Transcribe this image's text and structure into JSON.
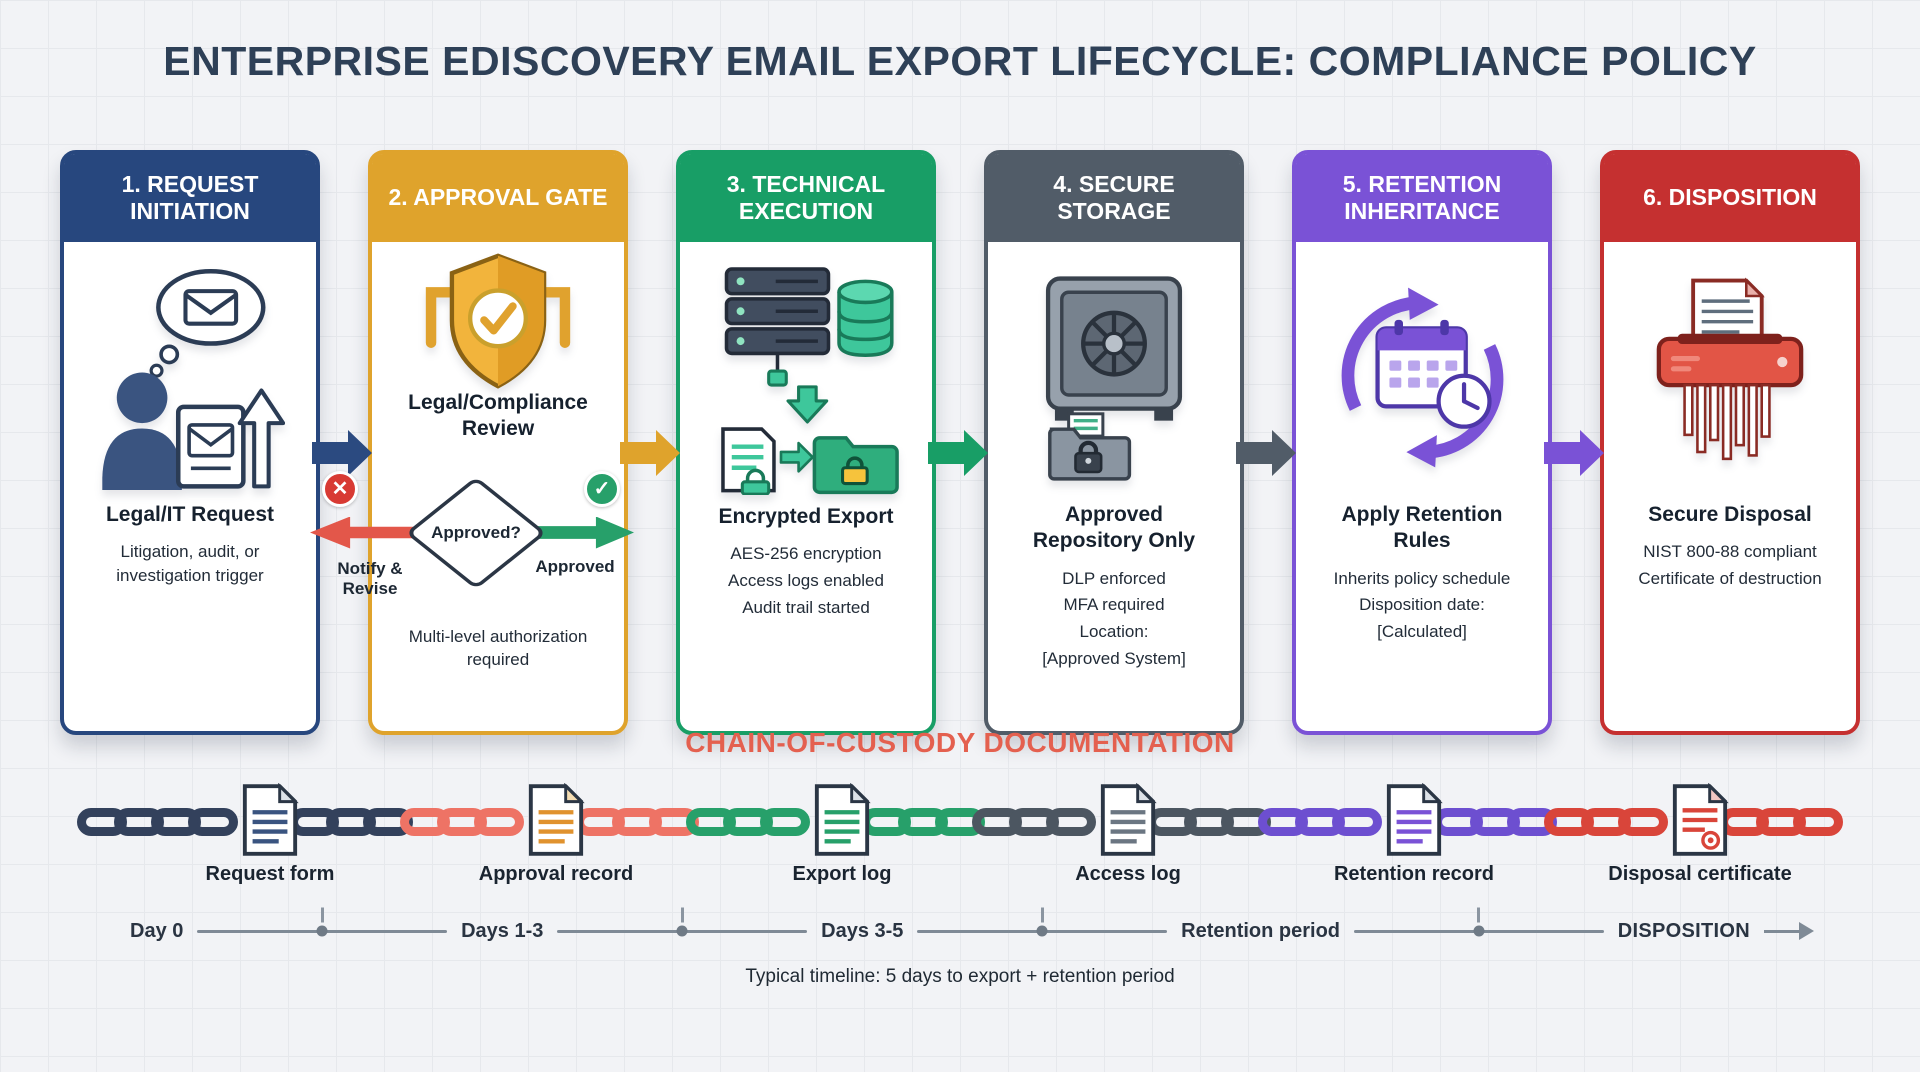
{
  "title": "ENTERPRISE EDISCOVERY EMAIL EXPORT LIFECYCLE: COMPLIANCE POLICY",
  "stages": [
    {
      "title": "1. REQUEST INITIATION",
      "heading": "Legal/IT Request",
      "lines": [
        "Litigation, audit, or investigation trigger"
      ]
    },
    {
      "title": "2. APPROVAL GATE",
      "heading": "Legal/Compliance Review",
      "decision": {
        "question": "Approved?",
        "no_label": "Notify & Revise",
        "yes_label": "Approved"
      },
      "lines": [
        "Multi-level authorization required"
      ]
    },
    {
      "title": "3. TECHNICAL EXECUTION",
      "heading": "Encrypted Export",
      "lines": [
        "AES-256 encryption",
        "Access logs enabled",
        "Audit trail started"
      ]
    },
    {
      "title": "4. SECURE STORAGE",
      "heading": "Approved Repository Only",
      "lines": [
        "DLP enforced",
        "MFA required",
        "Location:",
        "[Approved System]"
      ]
    },
    {
      "title": "5. RETENTION INHERITANCE",
      "heading": "Apply Retention Rules",
      "lines": [
        "Inherits policy schedule",
        "Disposition date:",
        "[Calculated]"
      ]
    },
    {
      "title": "6. DISPOSITION",
      "heading": "Secure Disposal",
      "lines": [
        "NIST 800-88 compliant",
        "Certificate of destruction"
      ]
    }
  ],
  "chain": {
    "title": "CHAIN-OF-CUSTODY DOCUMENTATION",
    "documents": [
      "Request form",
      "Approval record",
      "Export log",
      "Access log",
      "Retention record",
      "Disposal certificate"
    ]
  },
  "timeline": {
    "labels": [
      "Day 0",
      "Days 1-3",
      "Days 3-5",
      "Retention period",
      "DISPOSITION"
    ],
    "caption": "Typical timeline: 5 days to export + retention period"
  },
  "colors": {
    "stage_request_initiation": "#27477e",
    "stage_approval_gate": "#dfa32c",
    "stage_technical_execution": "#189e66",
    "stage_secure_storage": "#515c68",
    "stage_retention_inheritance": "#7a52d6",
    "stage_disposition": "#c53030",
    "chain_title_accent": "#e4604f",
    "reject_red": "#d83a33",
    "approve_green": "#27a06a"
  }
}
